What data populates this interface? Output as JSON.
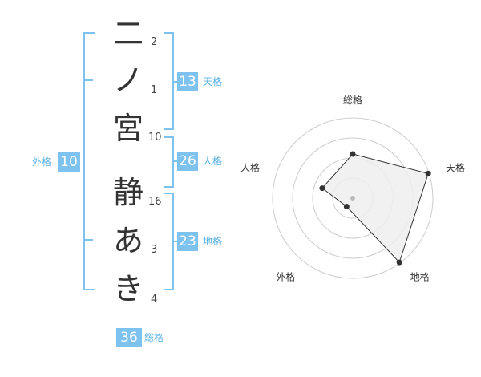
{
  "name": {
    "characters": [
      "二",
      "ノ",
      "宮",
      "静",
      "あ",
      "き"
    ],
    "strokes": [
      "2",
      "1",
      "10",
      "16",
      "3",
      "4"
    ]
  },
  "grades": {
    "tenkaku": {
      "label": "天格",
      "value": "13"
    },
    "jinkaku": {
      "label": "人格",
      "value": "26"
    },
    "chikaku": {
      "label": "地格",
      "value": "23"
    },
    "gaikaku": {
      "label": "外格",
      "value": "10"
    },
    "soukaku": {
      "label": "総格",
      "value": "36"
    }
  },
  "chart_data": {
    "type": "radar",
    "axes": [
      "総格",
      "天格",
      "地格",
      "外格",
      "人格"
    ],
    "values": [
      0.55,
      0.99,
      0.99,
      0.13,
      0.4
    ],
    "range": [
      0,
      1
    ],
    "rings": 4,
    "colors": {
      "fill": "#eeeeee",
      "stroke": "#333333",
      "grid": "#cccccc",
      "center": "#bbbbbb"
    }
  }
}
